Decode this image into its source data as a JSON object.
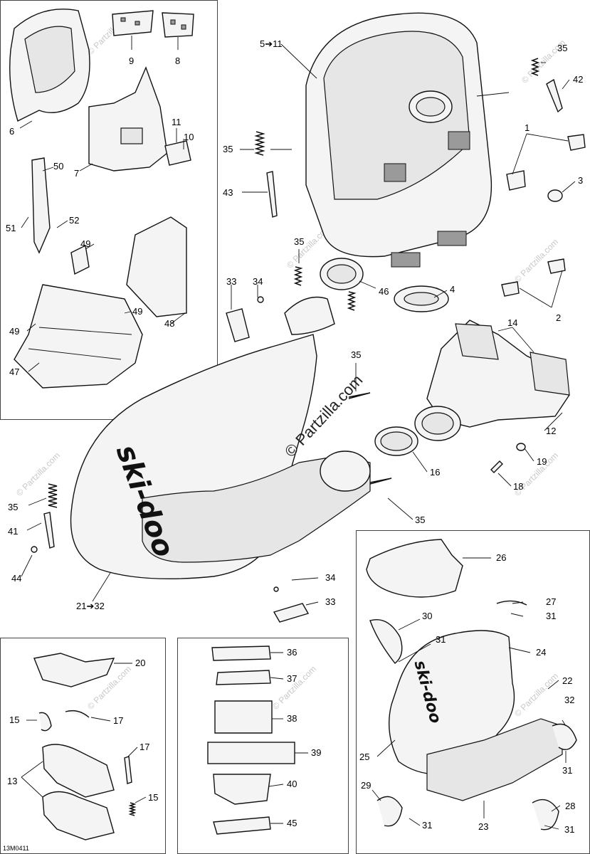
{
  "watermark": "© Partzilla.com",
  "center_watermark": "© Partzilla.com",
  "footer_code": "13M0411",
  "brand_logo": "ski-doo",
  "callouts": {
    "c5_11": "5➔11",
    "c35a": "35",
    "c42": "42",
    "c1": "1",
    "c3": "3",
    "c35b": "35",
    "c43": "43",
    "c9": "9",
    "c8": "8",
    "c6": "6",
    "c11": "11",
    "c10": "10",
    "c7": "7",
    "c50": "50",
    "c51": "51",
    "c52": "52",
    "c49a": "49",
    "c48": "48",
    "c49b": "49",
    "c49c": "49",
    "c47": "47",
    "c35c": "35",
    "c33a": "33",
    "c34a": "34",
    "c46": "46",
    "c4": "4",
    "c2": "2",
    "c14": "14",
    "c35d": "35",
    "c12": "12",
    "c19": "19",
    "c18": "18",
    "c16": "16",
    "c35e": "35",
    "c35f": "35",
    "c41": "41",
    "c44": "44",
    "c21_32": "21➔32",
    "c34b": "34",
    "c33b": "33",
    "c26": "26",
    "c27": "27",
    "c31a": "31",
    "c30": "30",
    "c31b": "31",
    "c24": "24",
    "c22": "22",
    "c32": "32",
    "c31c": "31",
    "c25": "25",
    "c29": "29",
    "c28": "28",
    "c31d": "31",
    "c23": "23",
    "c31e": "31",
    "c20": "20",
    "c15a": "15",
    "c17a": "17",
    "c17b": "17",
    "c13": "13",
    "c15b": "15",
    "c36": "36",
    "c37": "37",
    "c38": "38",
    "c39": "39",
    "c40": "40",
    "c45": "45"
  }
}
